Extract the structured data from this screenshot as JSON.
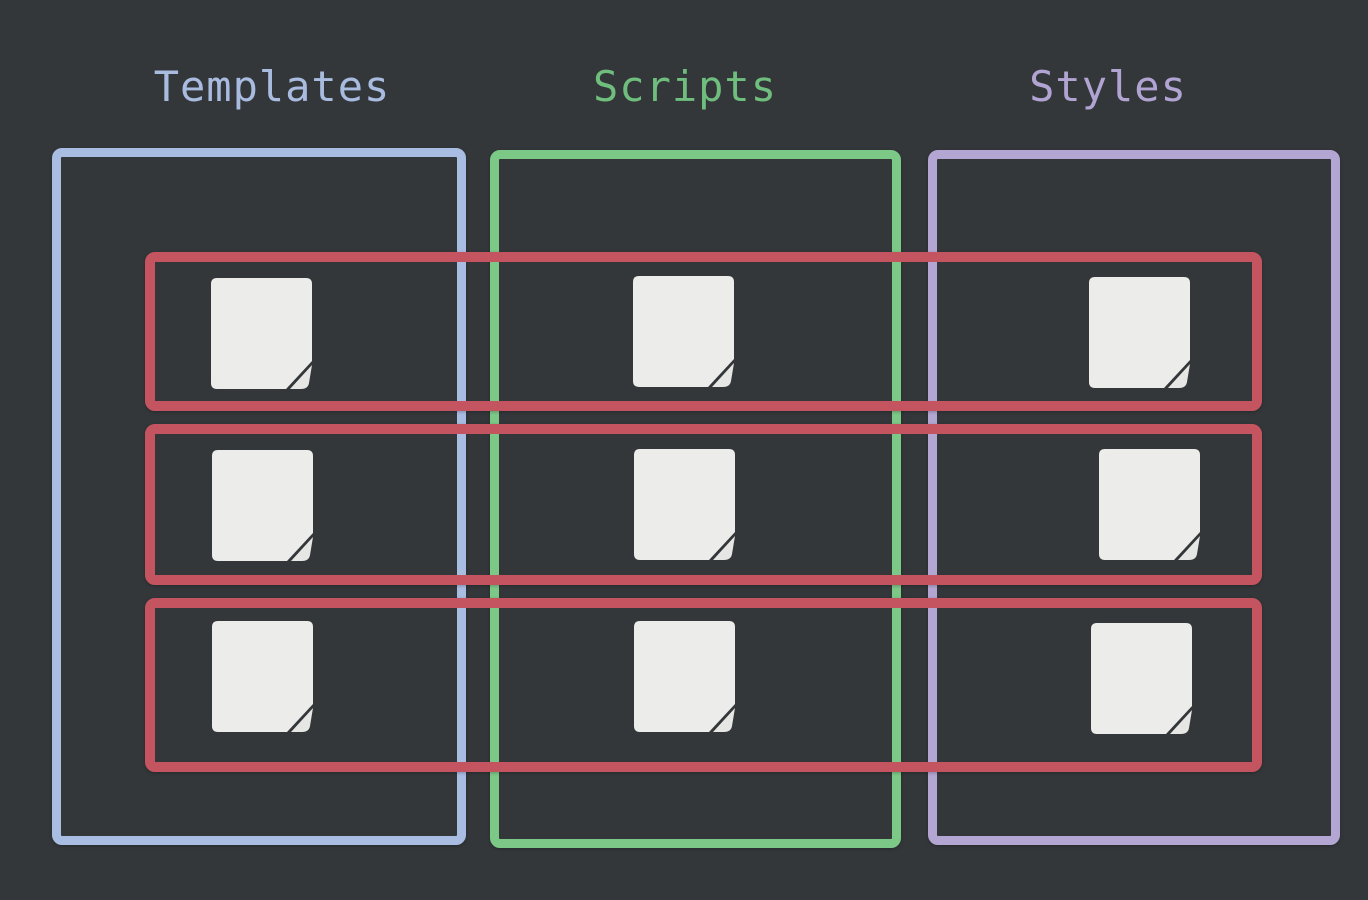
{
  "diagram": {
    "background_color": "#33373a",
    "columns": [
      {
        "label": "Templates",
        "color": "#a9bce2"
      },
      {
        "label": "Scripts",
        "color": "#7cc887"
      },
      {
        "label": "Styles",
        "color": "#b3a6d3"
      }
    ],
    "feature_rows": {
      "count": 3,
      "color": "#c4545f"
    },
    "file_icons": {
      "count": 9,
      "paper_color": "#ecedeb",
      "grid": "3x3"
    }
  }
}
